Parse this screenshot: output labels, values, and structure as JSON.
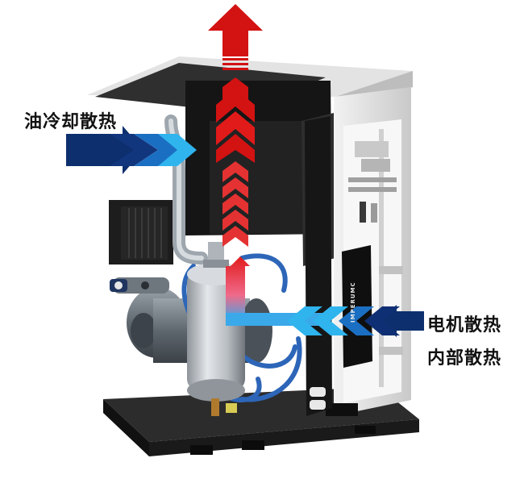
{
  "labels": {
    "oil_cooling": "油冷却散热",
    "motor_cooling": "电机散热",
    "internal_cooling": "内部散热"
  },
  "brand_text": "IMPERUMC",
  "icons": {
    "exhaust": "up-arrow-icon",
    "oil_inflow": "right-chevron-arrows-icon",
    "motor_inflow": "left-chevron-arrows-icon",
    "hot_rise": "up-chevron-arrows-icon"
  },
  "colors": {
    "hot_air": "#d31212",
    "cool_dark": "#0d2f6e",
    "cool_light": "#2fb4ee",
    "cabinet_panel": "#1c1c1c",
    "frame": "#d8d8d8",
    "base": "#2a2a2a",
    "tank": "#c4c8cc"
  }
}
